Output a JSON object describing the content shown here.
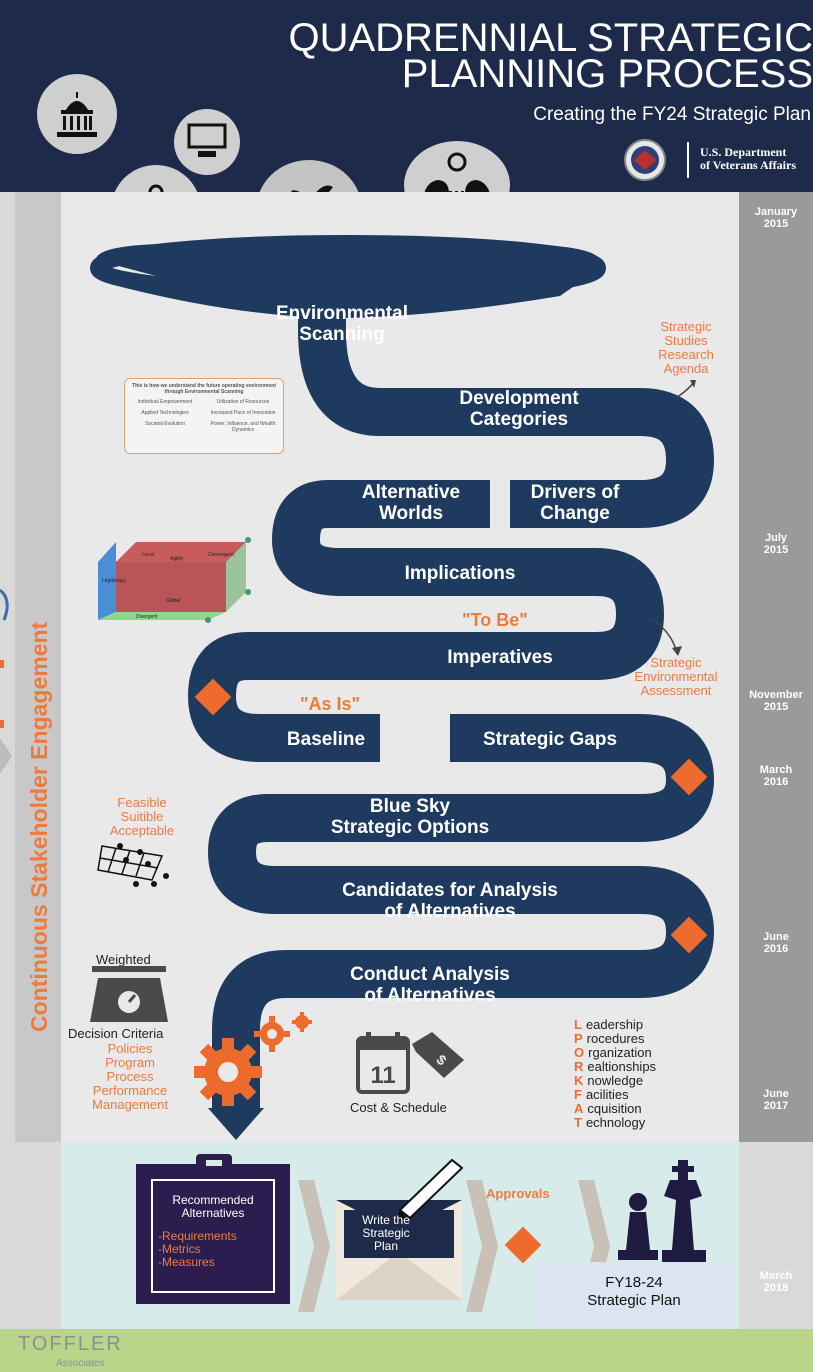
{
  "header": {
    "title_line1": "QUADRENNIAL STRATEGIC",
    "title_line2": "PLANNING PROCESS",
    "subtitle": "Creating the FY24 Strategic Plan",
    "agency_line1": "U.S. Department",
    "agency_line2": "of Veterans Affairs"
  },
  "side_label": "Continuous Stakeholder Engagement",
  "timeline": [
    {
      "month": "January",
      "year": "2015"
    },
    {
      "month": "July",
      "year": "2015"
    },
    {
      "month": "November",
      "year": "2015"
    },
    {
      "month": "March",
      "year": "2016"
    },
    {
      "month": "June",
      "year": "2016"
    },
    {
      "month": "June",
      "year": "2017"
    },
    {
      "month": "March",
      "year": "2018"
    }
  ],
  "steps": {
    "environmental_scanning": "Environmental\nScanning",
    "development_categories": "Development\nCategories",
    "alternative_worlds": "Alternative\nWorlds",
    "drivers_of_change": "Drivers of\nChange",
    "implications": "Implications",
    "imperatives": "Imperatives",
    "baseline": "Baseline",
    "strategic_gaps": "Strategic Gaps",
    "blue_sky": "Blue Sky\nStrategic Options",
    "candidates": "Candidates for Analysis\nof Alternatives",
    "conduct": "Conduct Analysis\nof Alternatives"
  },
  "annotations": {
    "research_agenda": "Strategic\nStudies\nResearch\nAgenda",
    "to_be": "\"To Be\"",
    "as_is": "\"As Is\"",
    "env_assessment": "Strategic\nEnvironmental\nAssessment",
    "fsa": "Feasible\nSuitible\nAcceptable",
    "weighted": "Weighted",
    "decision_criteria": "Decision Criteria",
    "criteria_list": "Policies\nProgram\nProcess\nPerformance\nManagement",
    "cost_schedule": "Cost & Schedule",
    "calendar_day": "11"
  },
  "scan_card": {
    "heading": "This is how we understand the future operating environment through Environmental Scanning",
    "cells": [
      "Individual Empowerment",
      "Utilization of Resources",
      "Applied Technologies",
      "Increased Pace of Innovation",
      "Societal Evolution",
      "Power, Influence, and Wealth Dynamics"
    ]
  },
  "cube_labels": [
    "Local",
    "Global",
    "Convergent",
    "Divergent",
    "Agility",
    "Legitimacy"
  ],
  "lproprkfat": [
    {
      "letter": "L",
      "rest": "eadership"
    },
    {
      "letter": "P",
      "rest": "rocedures"
    },
    {
      "letter": "O",
      "rest": "rganization"
    },
    {
      "letter": "R",
      "rest": "ealtionships"
    },
    {
      "letter": "K",
      "rest": "nowledge"
    },
    {
      "letter": "F",
      "rest": "acilities"
    },
    {
      "letter": "A",
      "rest": "cquisition"
    },
    {
      "letter": "T",
      "rest": "echnology"
    }
  ],
  "bottom": {
    "recommended_title": "Recommended\nAlternatives",
    "recommended_items": [
      "-Requirements",
      "-Metrics",
      "-Measures"
    ],
    "write_plan": "Write the\nStrategic\nPlan",
    "approvals": "Approvals",
    "final_plan": "FY18-24\nStrategic Plan"
  },
  "footer": {
    "brand": "TOFFLER",
    "brand_sub": "Associates"
  },
  "colors": {
    "navy": "#1e2a4a",
    "path_blue": "#1f3a5f",
    "orange": "#ee6b2e",
    "purple": "#2b1d4d"
  }
}
